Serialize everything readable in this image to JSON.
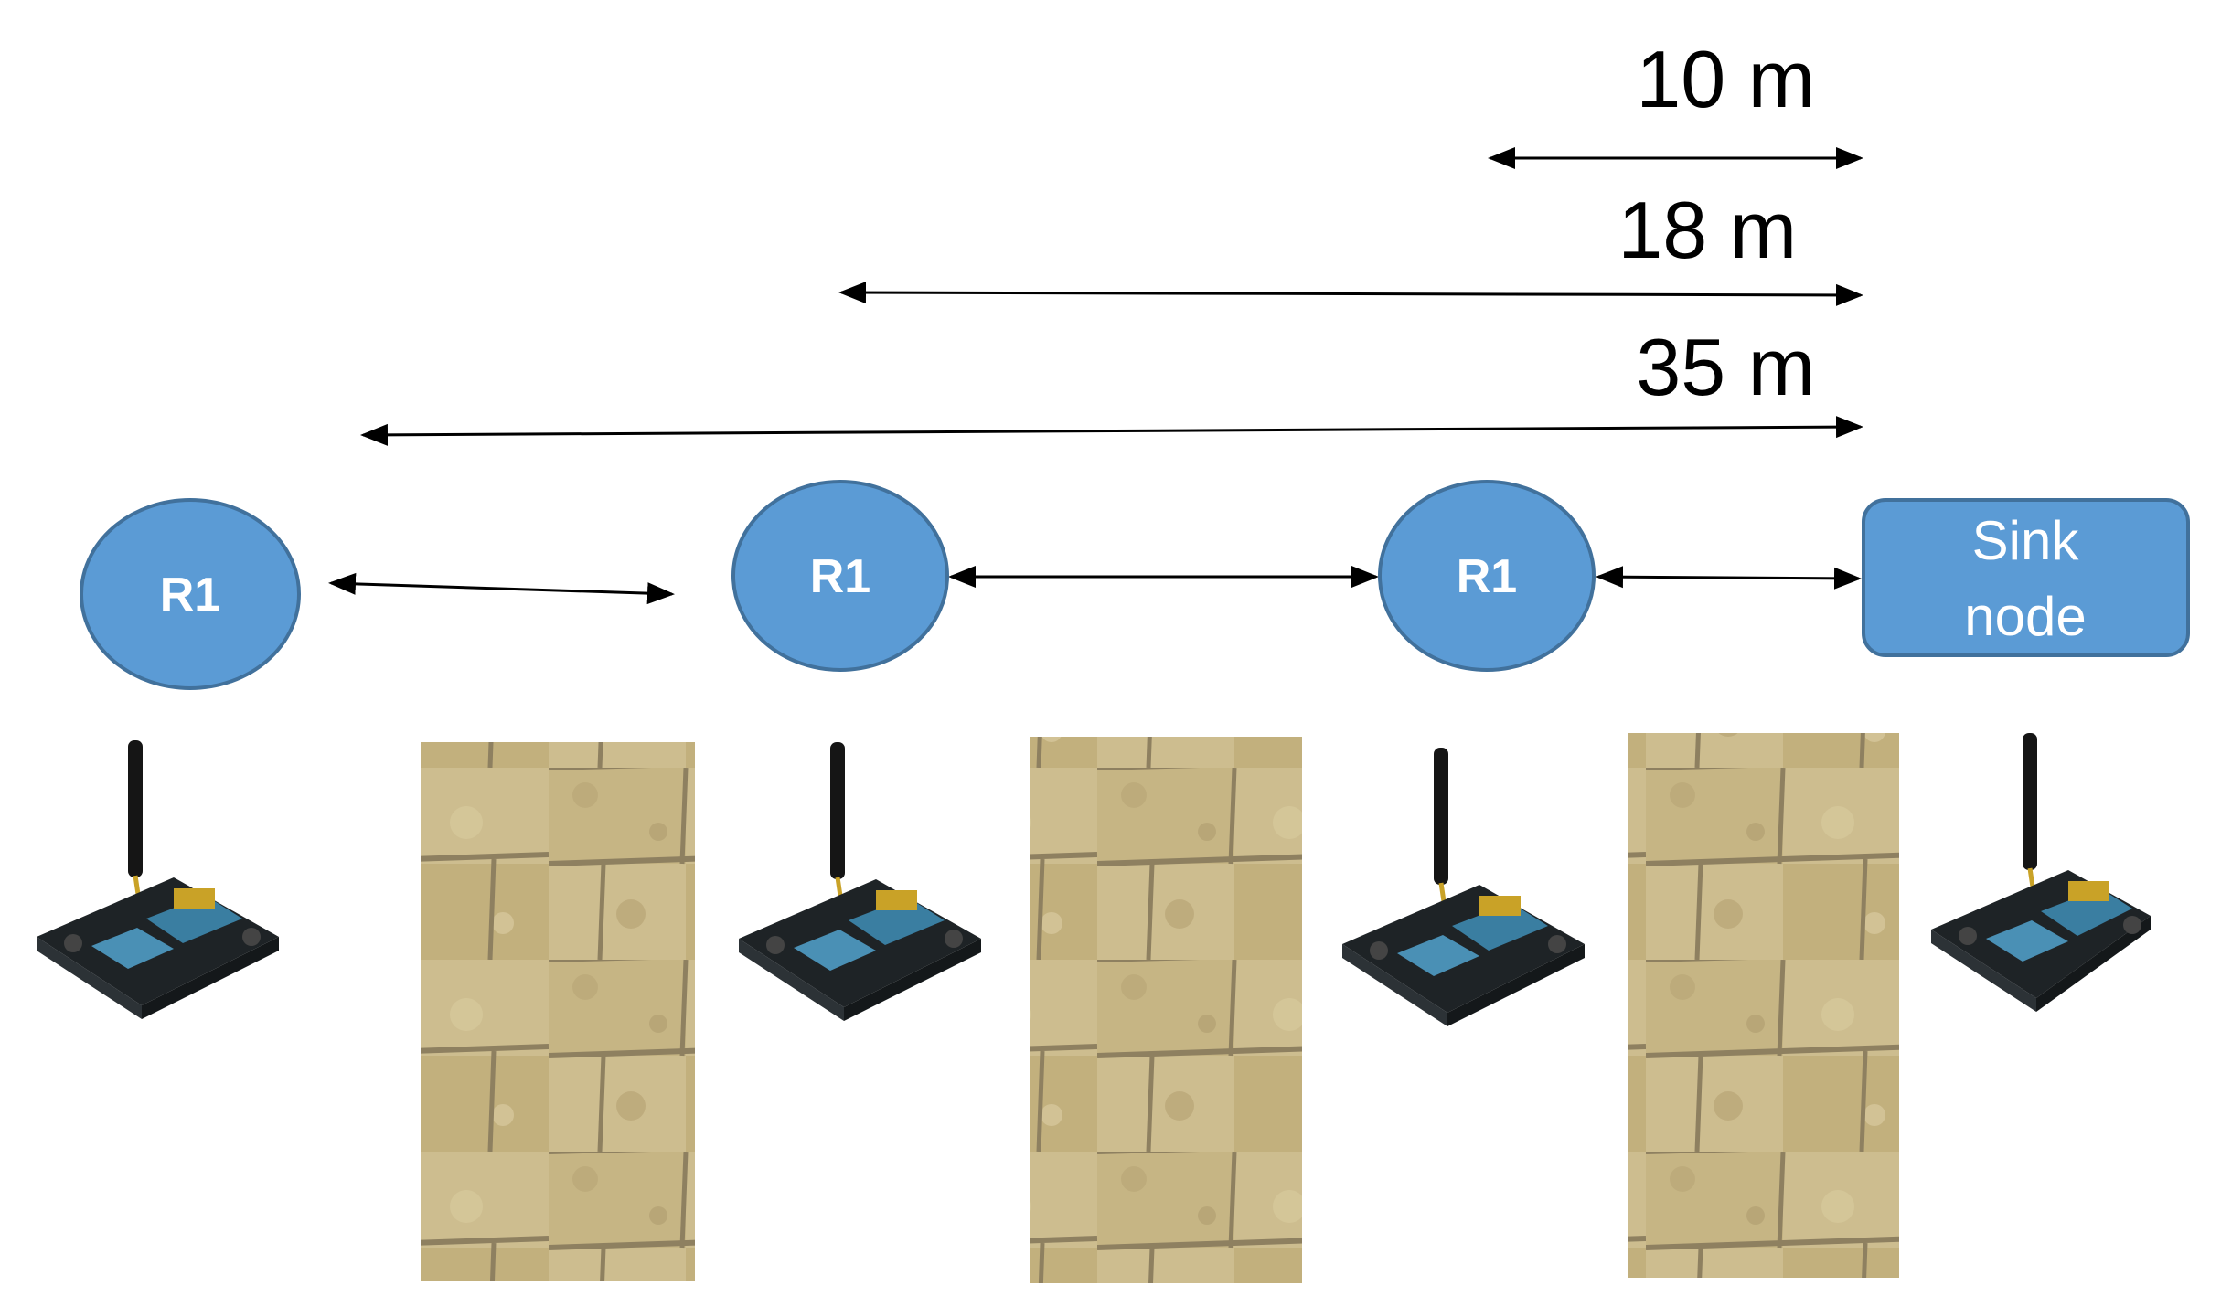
{
  "distances": [
    {
      "label": "10 m"
    },
    {
      "label": "18 m"
    },
    {
      "label": "35 m"
    }
  ],
  "nodes": [
    {
      "label": "R1"
    },
    {
      "label": "R1"
    },
    {
      "label": "R1"
    }
  ],
  "sink": {
    "line1": "Sink",
    "line2": "node"
  },
  "colors": {
    "node_fill": "#5b9bd5",
    "node_stroke": "#41719c",
    "arrow": "#000000",
    "wall_base": "#c9b98a",
    "wall_mortar": "#8e8060",
    "board": "#1e2326",
    "chip": "#3a7ea1",
    "antenna": "#151515"
  }
}
